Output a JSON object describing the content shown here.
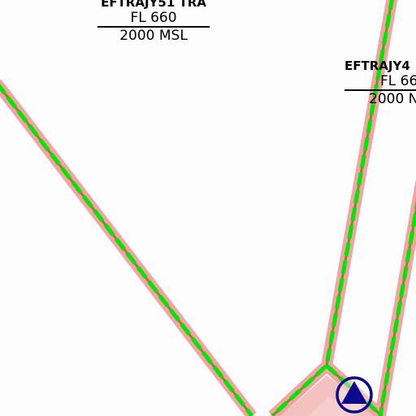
{
  "map": {
    "colors": {
      "boundary_halo": "#f4a3a3",
      "boundary_dash": "#00e600",
      "boundary_core": "#7f8a2a",
      "fill_zone": "#f2b6b6",
      "navaid": "#0a0a8c"
    },
    "navaid": {
      "icon": "triangle-in-circle-icon"
    }
  },
  "airspaces": [
    {
      "name": "EFTRAJY51 TRA",
      "upper_limit": "FL 660",
      "lower_limit": "2000 MSL"
    },
    {
      "name": "EFTRAJY4",
      "upper_limit": "FL 66",
      "lower_limit": "2000 N"
    }
  ]
}
